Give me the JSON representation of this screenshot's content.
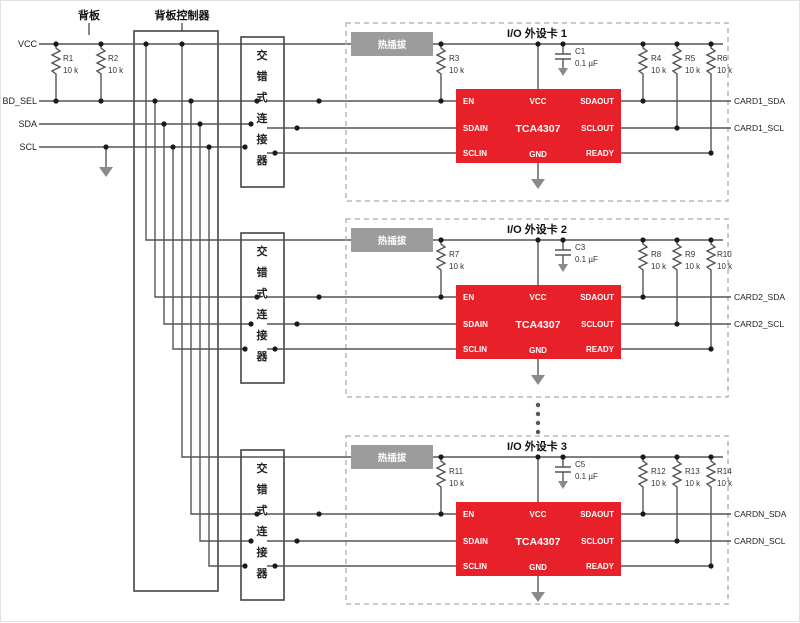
{
  "backplane": {
    "label": "背板",
    "controller_label": "背板控制器",
    "signals": {
      "vcc": "VCC",
      "bd_sel": "BD_SEL",
      "sda": "SDA",
      "scl": "SCL"
    },
    "resistors": {
      "r1": {
        "name": "R1",
        "value": "10 k"
      },
      "r2": {
        "name": "R2",
        "value": "10 k"
      }
    }
  },
  "connector": {
    "chars": [
      "交",
      "错",
      "式",
      "连",
      "接",
      "器"
    ]
  },
  "labels": {
    "hotswap": "热插拔"
  },
  "chip": {
    "name": "TCA4307",
    "pins": {
      "en": "EN",
      "sdain": "SDAIN",
      "sclin": "SCLIN",
      "vcc": "VCC",
      "gnd": "GND",
      "sdaout": "SDAOUT",
      "sclout": "SCLOUT",
      "ready": "READY"
    }
  },
  "colors": {
    "chip_red": "#e8202a",
    "hotswap_gray": "#9c9c9c",
    "wire": "#555555",
    "ground": "#8a8a8a"
  },
  "cards": [
    {
      "title": "I/O 外设卡 1",
      "pullup_left": {
        "name": "R3",
        "value": "10 k"
      },
      "cap": {
        "name": "C1",
        "value": "0.1 µF"
      },
      "pullups_right": [
        {
          "name": "R4",
          "value": "10 k"
        },
        {
          "name": "R5",
          "value": "10 k"
        },
        {
          "name": "R6",
          "value": "10 k"
        }
      ],
      "out_sda": "CARD1_SDA",
      "out_scl": "CARD1_SCL"
    },
    {
      "title": "I/O 外设卡 2",
      "pullup_left": {
        "name": "R7",
        "value": "10 k"
      },
      "cap": {
        "name": "C3",
        "value": "0.1 µF"
      },
      "pullups_right": [
        {
          "name": "R8",
          "value": "10 k"
        },
        {
          "name": "R9",
          "value": "10 k"
        },
        {
          "name": "R10",
          "value": "10 k"
        }
      ],
      "out_sda": "CARD2_SDA",
      "out_scl": "CARD2_SCL"
    },
    {
      "title": "I/O 外设卡 3",
      "pullup_left": {
        "name": "R11",
        "value": "10 k"
      },
      "cap": {
        "name": "C5",
        "value": "0.1 µF"
      },
      "pullups_right": [
        {
          "name": "R12",
          "value": "10 k"
        },
        {
          "name": "R13",
          "value": "10 k"
        },
        {
          "name": "R14",
          "value": "10 k"
        }
      ],
      "out_sda": "CARDN_SDA",
      "out_scl": "CARDN_SCL"
    }
  ]
}
